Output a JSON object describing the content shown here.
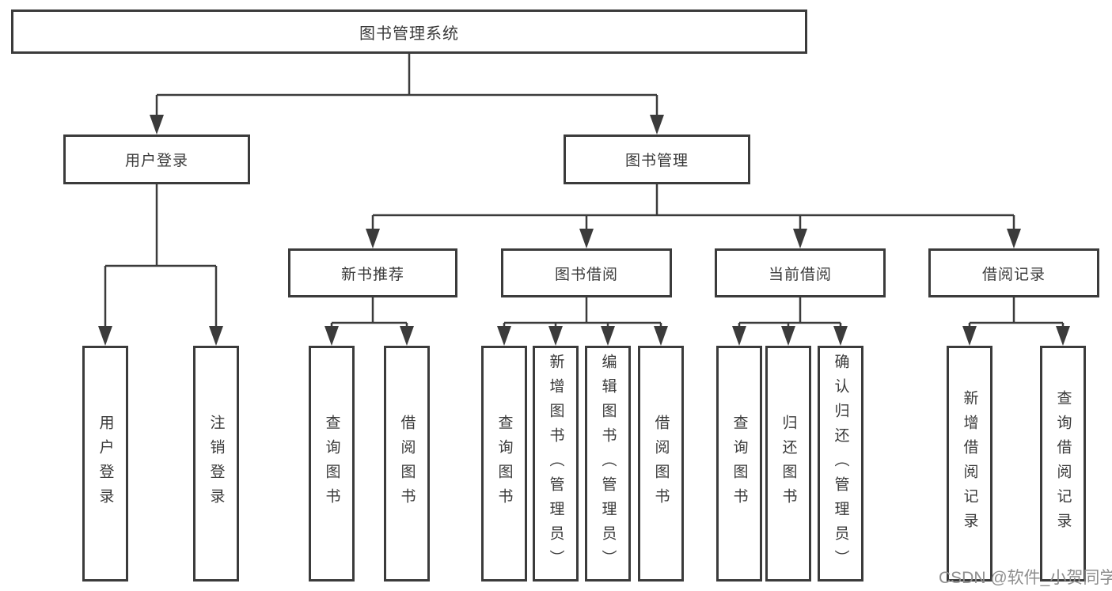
{
  "tree": {
    "label": "图书管理系统",
    "children": [
      {
        "label": "用户登录",
        "children": [
          {
            "label": "用户登录"
          },
          {
            "label": "注销登录"
          }
        ]
      },
      {
        "label": "图书管理",
        "children": [
          {
            "label": "新书推荐",
            "children": [
              {
                "label": "查询图书"
              },
              {
                "label": "借阅图书"
              }
            ]
          },
          {
            "label": "图书借阅",
            "children": [
              {
                "label": "查询图书"
              },
              {
                "label": "新增图书（管理员）"
              },
              {
                "label": "编辑图书（管理员）"
              },
              {
                "label": "借阅图书"
              }
            ]
          },
          {
            "label": "当前借阅",
            "children": [
              {
                "label": "查询图书"
              },
              {
                "label": "归还图书"
              },
              {
                "label": "确认归还（管理员）"
              }
            ]
          },
          {
            "label": "借阅记录",
            "children": [
              {
                "label": "新增借阅记录"
              },
              {
                "label": "查询借阅记录"
              }
            ]
          }
        ]
      }
    ]
  },
  "watermark": {
    "text": "CSDN @软件_小贺同学"
  },
  "colors": {
    "line": "#3b3b3b",
    "text": "#3a3a3a",
    "background": "#ffffff",
    "watermark": "#8e8e8e"
  }
}
